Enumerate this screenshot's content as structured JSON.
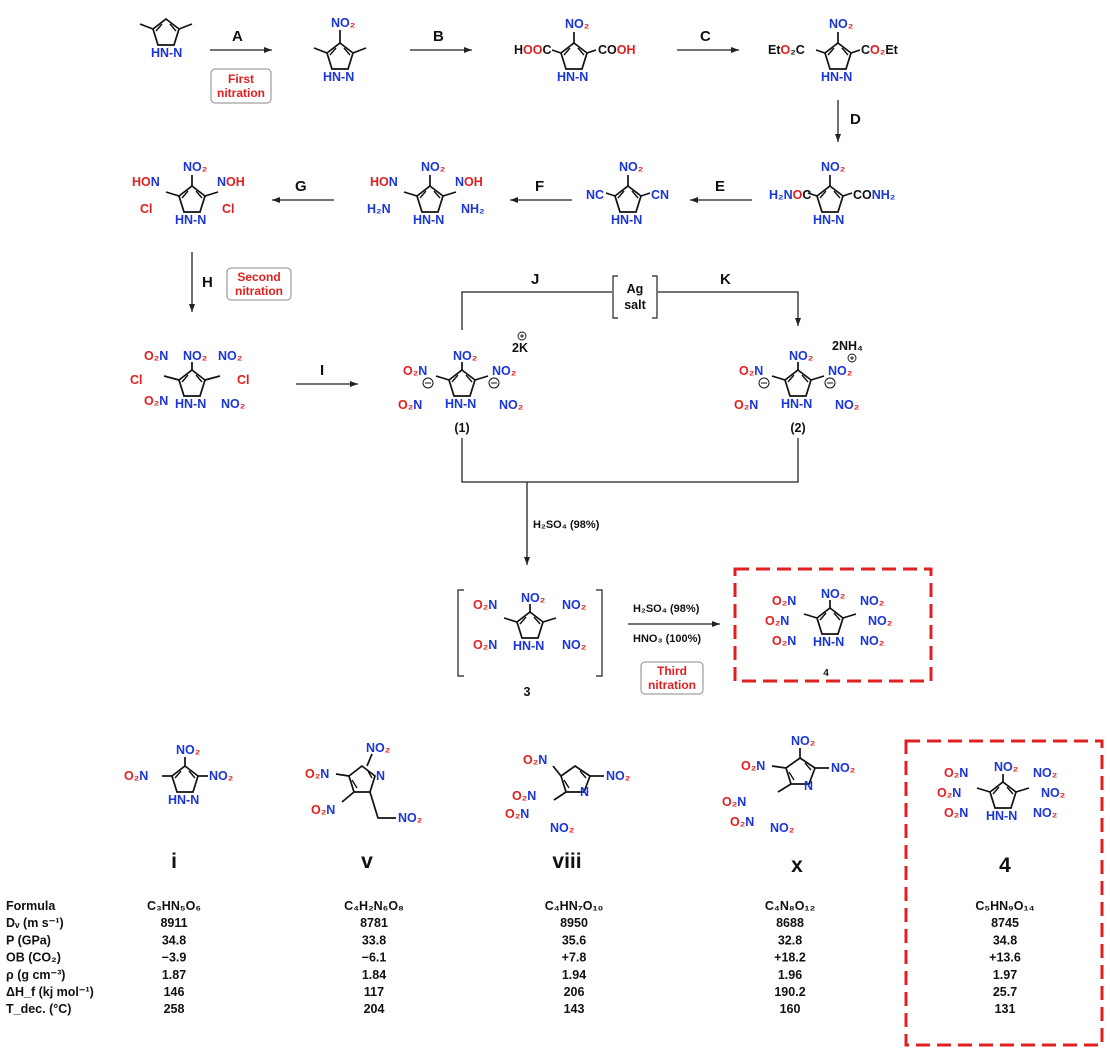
{
  "colors": {
    "nitro": "#1a35d8",
    "oxygen": "#e02020",
    "highlight": "#e02020",
    "text": "#111111"
  },
  "steps": {
    "A": "A",
    "B": "B",
    "C": "C",
    "D": "D",
    "E": "E",
    "F": "F",
    "G": "G",
    "H": "H",
    "I": "I",
    "J": "J",
    "K": "K"
  },
  "tags": {
    "first": [
      "First",
      "nitration"
    ],
    "second": [
      "Second",
      "nitration"
    ],
    "third": [
      "Third",
      "nitration"
    ]
  },
  "conditions": {
    "acid1": "H₂SO₄ (98%)",
    "acid2": "H₂SO₄ (98%)",
    "acid3": "HNO₃ (100%)",
    "ag_salt": [
      "Ag",
      "salt"
    ],
    "counterion_k": "2K",
    "counterion_nh4": "2NH₄"
  },
  "compound_labels": {
    "c1": "(1)",
    "c2": "(2)",
    "c3": "3",
    "c4": "4"
  },
  "comparison": {
    "compounds": [
      "i",
      "v",
      "viii",
      "x",
      "4"
    ],
    "rows": [
      {
        "label": "Formula",
        "values": [
          "C₃HN₅O₆",
          "C₄H₂N₆O₈",
          "C₄HN₇O₁₀",
          "C₄N₈O₁₂",
          "C₅HN₉O₁₄"
        ]
      },
      {
        "label": "Dᵥ (m s⁻¹)",
        "values": [
          "8911",
          "8781",
          "8950",
          "8688",
          "8745"
        ]
      },
      {
        "label": "P (GPa)",
        "values": [
          "34.8",
          "33.8",
          "35.6",
          "32.8",
          "34.8"
        ]
      },
      {
        "label": "OB (CO₂)",
        "values": [
          "−3.9",
          "−6.1",
          "+7.8",
          "+18.2",
          "+13.6"
        ]
      },
      {
        "label": "ρ (g cm⁻³)",
        "values": [
          "1.87",
          "1.84",
          "1.94",
          "1.96",
          "1.97"
        ]
      },
      {
        "label": "ΔH_f (kj mol⁻¹)",
        "values": [
          "146",
          "117",
          "206",
          "190.2",
          "25.7"
        ]
      },
      {
        "label": "T_dec. (°C)",
        "values": [
          "258",
          "204",
          "143",
          "160",
          "131"
        ]
      }
    ]
  }
}
